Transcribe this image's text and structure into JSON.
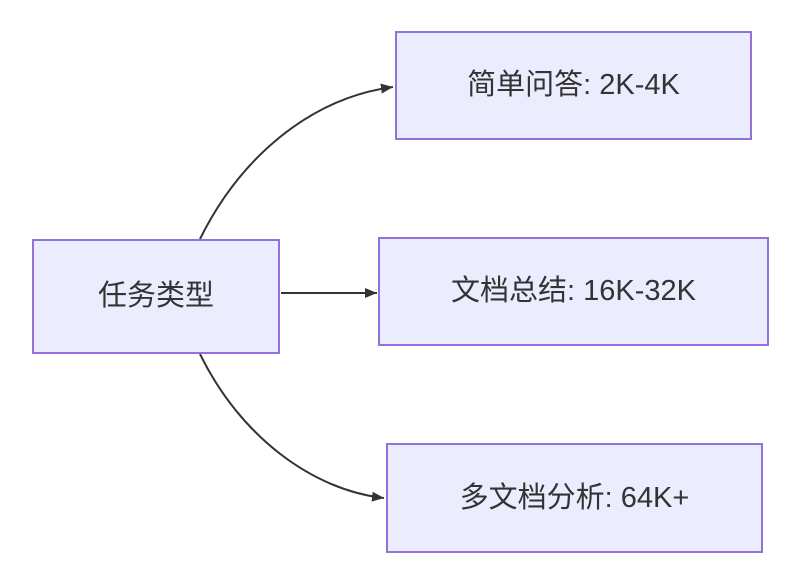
{
  "diagram": {
    "type": "flowchart-LR",
    "root": {
      "id": "root",
      "label": "任务类型"
    },
    "branches": [
      {
        "id": "qa",
        "label": "简单问答: 2K-4K"
      },
      {
        "id": "doc",
        "label": "文档总结: 16K-32K"
      },
      {
        "id": "multi",
        "label": "多文档分析: 64K+"
      }
    ],
    "edges": [
      {
        "from": "任务类型",
        "to": "简单问答: 2K-4K"
      },
      {
        "from": "任务类型",
        "to": "文档总结: 16K-32K"
      },
      {
        "from": "任务类型",
        "to": "多文档分析: 64K+"
      }
    ],
    "colors": {
      "background": "#FFFFFF",
      "node_fill": "#ECECFF",
      "node_border": "#9370DB",
      "edge": "#333333",
      "text": "#333333"
    }
  }
}
